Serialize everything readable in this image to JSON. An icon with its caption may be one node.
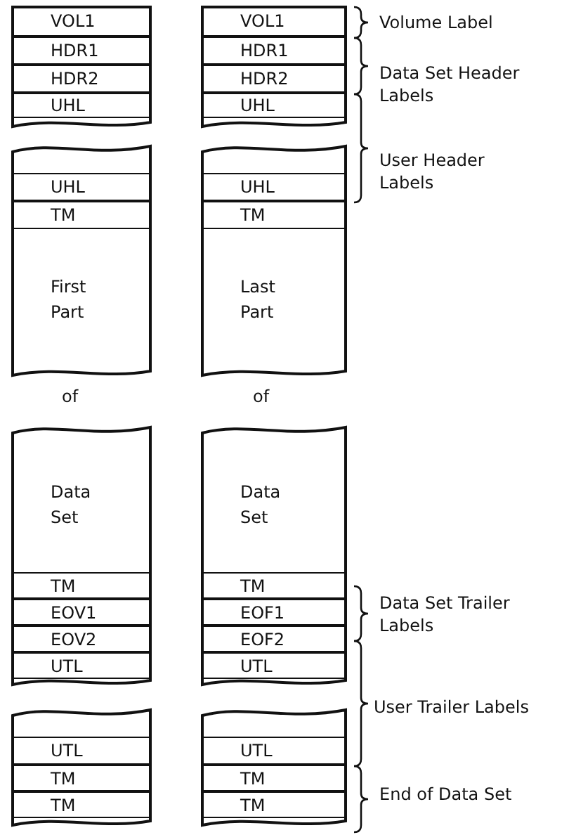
{
  "diagram": {
    "nodes": [
      {
        "text": [],
        "shape": "box"
      },
      {
        "text": [
          "VOL1"
        ],
        "in": 0
      },
      {
        "text": [
          "HDR1"
        ],
        "in": 0
      },
      {
        "text": [
          "HDR2"
        ],
        "in": 0
      },
      {
        "text": [
          "UHL"
        ],
        "in": 0
      },
      {
        "text": [],
        "shape": "box"
      },
      {
        "text": [
          "UHL"
        ],
        "in": 5
      },
      {
        "text": [
          "TM"
        ],
        "in": 5
      },
      {
        "text": [
          "First Part"
        ],
        "in": 5
      },
      {
        "text": [],
        "shape": "box"
      },
      {
        "text": [
          "Data Set"
        ],
        "in": 9
      },
      {
        "text": [
          "TM"
        ],
        "in": 9
      },
      {
        "text": [
          "EOV1"
        ],
        "in": 9
      },
      {
        "text": [
          "EOV2"
        ],
        "in": 9
      },
      {
        "text": [
          "UTL"
        ],
        "in": 9
      },
      {
        "text": [],
        "shape": "box"
      },
      {
        "text": [
          "UTL"
        ],
        "in": 15
      },
      {
        "text": [
          "TM"
        ],
        "in": 15
      },
      {
        "text": [
          "TM"
        ],
        "in": 15
      },
      {
        "text": [],
        "shape": "box"
      },
      {
        "text": [
          "VOL1"
        ],
        "in": 19
      },
      {
        "text": [
          "HDR1"
        ],
        "in": 19
      },
      {
        "text": [
          "HDR2"
        ],
        "in": 19
      },
      {
        "text": [
          "UHL"
        ],
        "in": 19
      },
      {
        "text": [],
        "shape": "box"
      },
      {
        "text": [
          "UHL"
        ],
        "in": 24
      },
      {
        "text": [
          "TM"
        ],
        "in": 24
      },
      {
        "text": [
          "Last Part"
        ],
        "in": 24
      },
      {
        "text": [],
        "shape": "box"
      },
      {
        "text": [
          "Data Set"
        ],
        "in": 28
      },
      {
        "text": [
          "TM"
        ],
        "in": 28
      },
      {
        "text": [
          "EOF1"
        ],
        "in": 28
      },
      {
        "text": [
          "EOF2"
        ],
        "in": 28
      },
      {
        "text": [
          "UTL"
        ],
        "in": 28
      },
      {
        "text": [],
        "shape": "box"
      },
      {
        "text": [
          "UTL"
        ],
        "in": 34
      },
      {
        "text": [
          "TM"
        ],
        "in": 34
      },
      {
        "text": [
          "TM"
        ],
        "in": 34
      }
    ],
    "labels": [
      "Volume Label",
      "Data Set Header Labels",
      "User Header Labels",
      "of",
      "of",
      "Data Set Trailer Labels",
      "User Trailer Labels",
      "End of Data Set"
    ]
  }
}
